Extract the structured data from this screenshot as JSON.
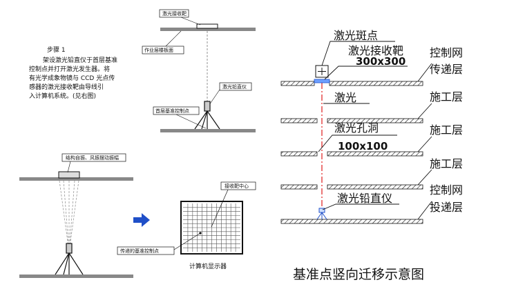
{
  "step1": {
    "title": "步骤 1",
    "lines": [
      "架设激光铅直仪于首层基准",
      "控制点并打开激光发生器。将",
      "有光学成象物镜与 CCD 光点传",
      "感器的激光接收靶由导线引",
      "入计算机系统。(见右图)"
    ]
  },
  "fig1": {
    "receiver_label": "激光接收靶",
    "work_floor_label": "作业层楼板面",
    "plumb_label": "激光铅直仪",
    "ground_point_label": "首层基准控制点"
  },
  "fig2": {
    "vibration_label": "结构自振、风振摆动振幅",
    "center_label": "接收靶中心",
    "transfer_point_label": "传递的基准控制点",
    "monitor_label": "计算机显示器"
  },
  "fig3": {
    "laser_spot": "激光斑点",
    "receiver_target": "激光接收靶",
    "receiver_size": "300x300",
    "control_transfer_1a": "控制网",
    "control_transfer_1b": "传递层",
    "laser": "激光",
    "construction_1": "施工层",
    "hole": "激光孔洞",
    "hole_size": "100x100",
    "construction_2": "施工层",
    "construction_3": "施工层",
    "control_transfer_2a": "控制网",
    "control_transfer_2b": "投递层",
    "plumb_instrument": "激光铅直仪",
    "title": "基准点竖向迁移示意图"
  },
  "colors": {
    "laser": "#e01a1a",
    "arrow": "#1f4fc8",
    "line": "#111111"
  }
}
